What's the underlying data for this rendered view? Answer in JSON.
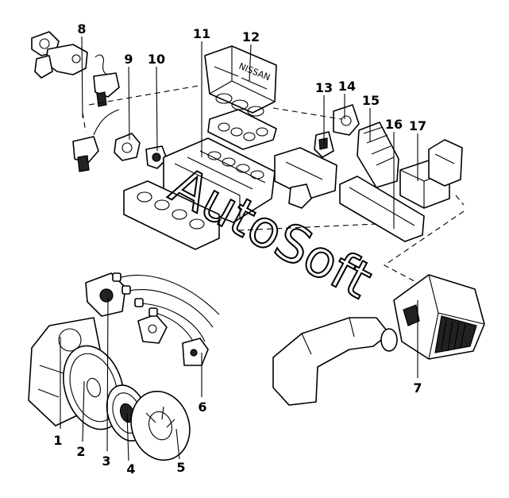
{
  "watermark": "AutoSoft",
  "engine_cover_lettering": "NISSAN",
  "callouts": [
    "1",
    "2",
    "3",
    "4",
    "5",
    "6",
    "7",
    "8",
    "9",
    "10",
    "11",
    "12",
    "13",
    "14",
    "15",
    "16",
    "17"
  ]
}
